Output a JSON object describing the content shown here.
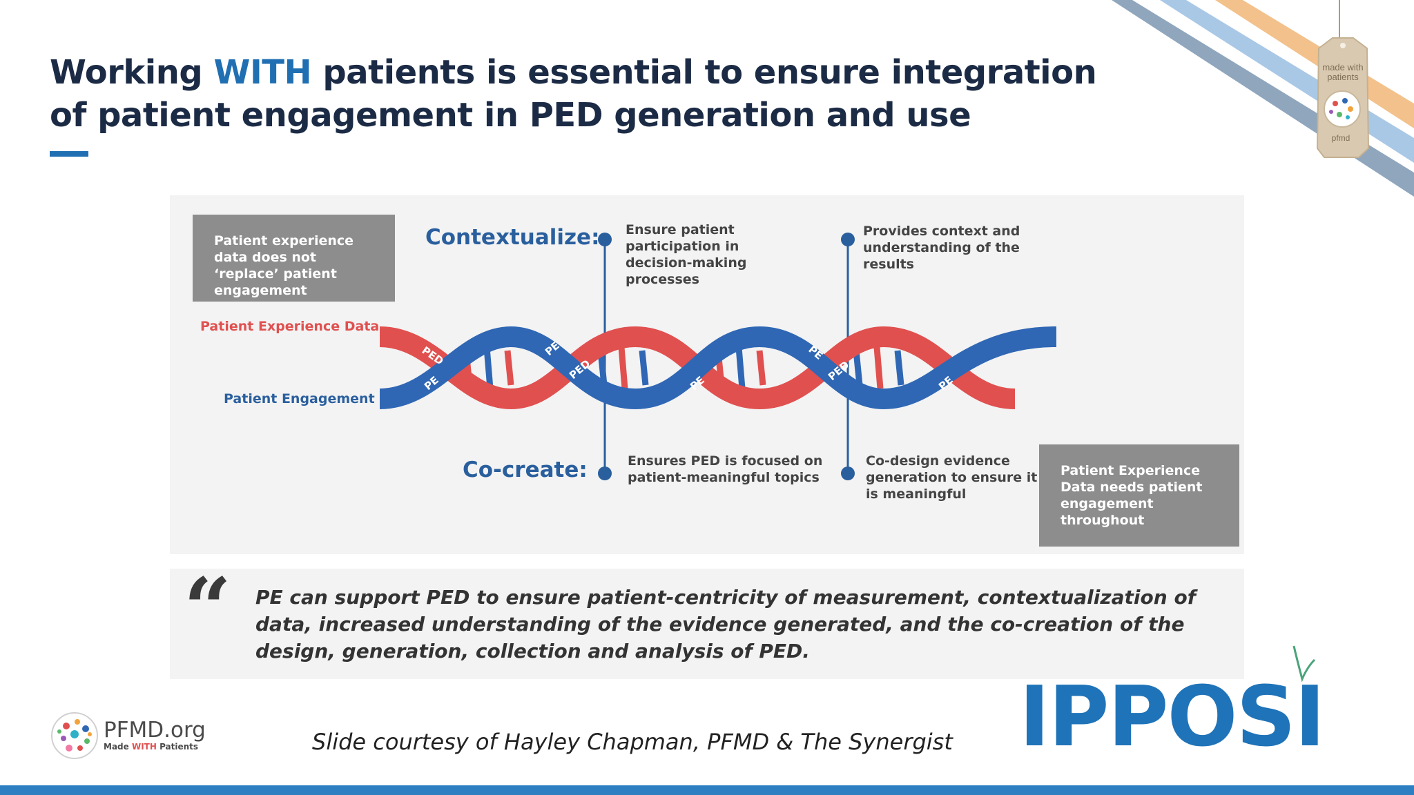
{
  "title": {
    "part1": "Working ",
    "highlight": "WITH",
    "part2": " patients is essential to ensure integration of patient engagement in PED generation and use"
  },
  "tag": {
    "line1": "made with",
    "line2": "patients",
    "brand": "pfmd"
  },
  "diagram": {
    "box_top": "Patient experience data does not ‘replace’ patient engagement",
    "box_bottom": "Patient Experience Data needs patient engagement throughout",
    "heading_top": "Contextualize:",
    "heading_bottom": "Co-create:",
    "note_top_left": "Ensure patient participation in decision-making processes",
    "note_top_right": "Provides context and understanding of the results",
    "note_bottom_left": "Ensures PED is focused on patient-meaningful topics",
    "note_bottom_right": "Co-design evidence generation to ensure it is meaningful",
    "strand_ped_label": "Patient Experience Data",
    "strand_pe_label": "Patient Engagement",
    "strand_ped_abbr": "PED",
    "strand_pe_abbr": "PE",
    "colors": {
      "ped": "#e0504f",
      "pe": "#2f67b4",
      "heading": "#2a5f9e",
      "box": "#8d8d8d"
    }
  },
  "quote": {
    "mark": "“",
    "text": "PE can support PED to ensure patient-centricity of measurement, contextualization of data, increased understanding of the evidence generated, and the co-creation of the design, generation, collection and analysis of PED."
  },
  "footer": {
    "pfmd_name": "PFMD.org",
    "pfmd_sub_1": "Made ",
    "pfmd_sub_with": "WITH",
    "pfmd_sub_2": " Patients",
    "credit": "Slide courtesy of Hayley Chapman, PFMD & The Synergist",
    "ipposi": "IPPOSI"
  }
}
